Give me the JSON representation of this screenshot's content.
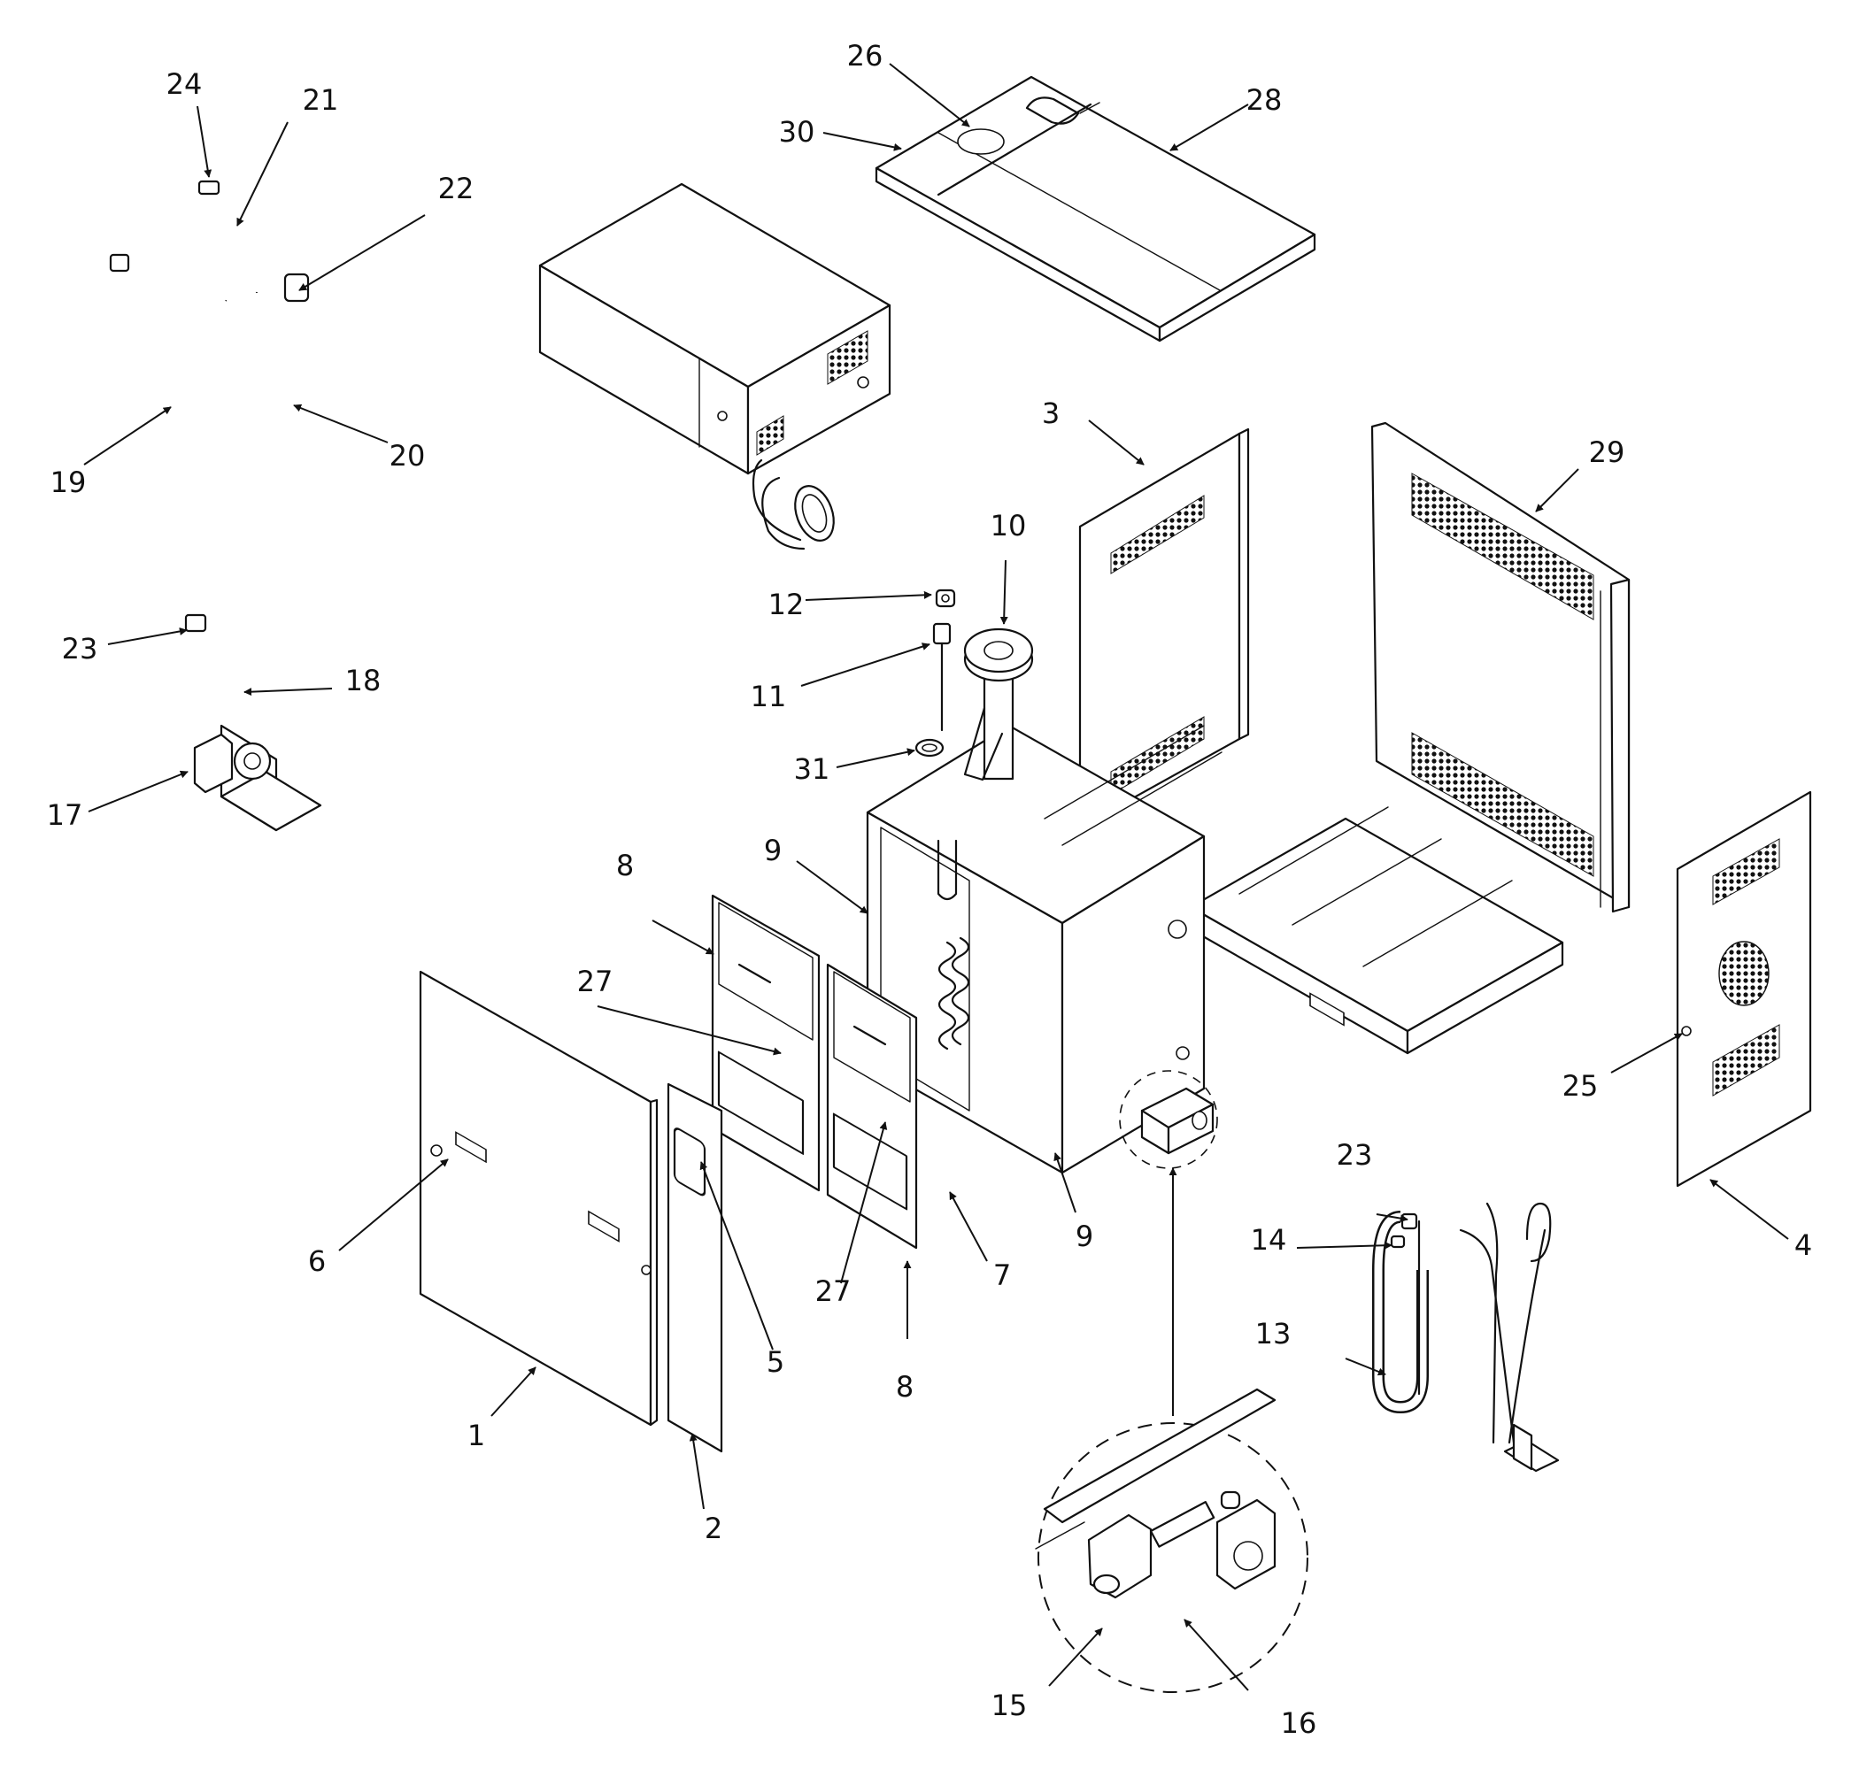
{
  "callouts": [
    {
      "id": "c1",
      "label": "1"
    },
    {
      "id": "c2",
      "label": "2"
    },
    {
      "id": "c3",
      "label": "3"
    },
    {
      "id": "c4",
      "label": "4"
    },
    {
      "id": "c5",
      "label": "5"
    },
    {
      "id": "c6",
      "label": "6"
    },
    {
      "id": "c7",
      "label": "7"
    },
    {
      "id": "c8a",
      "label": "8"
    },
    {
      "id": "c8b",
      "label": "8"
    },
    {
      "id": "c9a",
      "label": "9"
    },
    {
      "id": "c9b",
      "label": "9"
    },
    {
      "id": "c10",
      "label": "10"
    },
    {
      "id": "c11",
      "label": "11"
    },
    {
      "id": "c12",
      "label": "12"
    },
    {
      "id": "c13",
      "label": "13"
    },
    {
      "id": "c14",
      "label": "14"
    },
    {
      "id": "c15",
      "label": "15"
    },
    {
      "id": "c16",
      "label": "16"
    },
    {
      "id": "c17",
      "label": "17"
    },
    {
      "id": "c18",
      "label": "18"
    },
    {
      "id": "c19",
      "label": "19"
    },
    {
      "id": "c20",
      "label": "20"
    },
    {
      "id": "c21",
      "label": "21"
    },
    {
      "id": "c22",
      "label": "22"
    },
    {
      "id": "c23a",
      "label": "23"
    },
    {
      "id": "c23b",
      "label": "23"
    },
    {
      "id": "c24",
      "label": "24"
    },
    {
      "id": "c25",
      "label": "25"
    },
    {
      "id": "c26",
      "label": "26"
    },
    {
      "id": "c27a",
      "label": "27"
    },
    {
      "id": "c27b",
      "label": "27"
    },
    {
      "id": "c28",
      "label": "28"
    },
    {
      "id": "c29",
      "label": "29"
    },
    {
      "id": "c30",
      "label": "30"
    },
    {
      "id": "c31",
      "label": "31"
    }
  ]
}
